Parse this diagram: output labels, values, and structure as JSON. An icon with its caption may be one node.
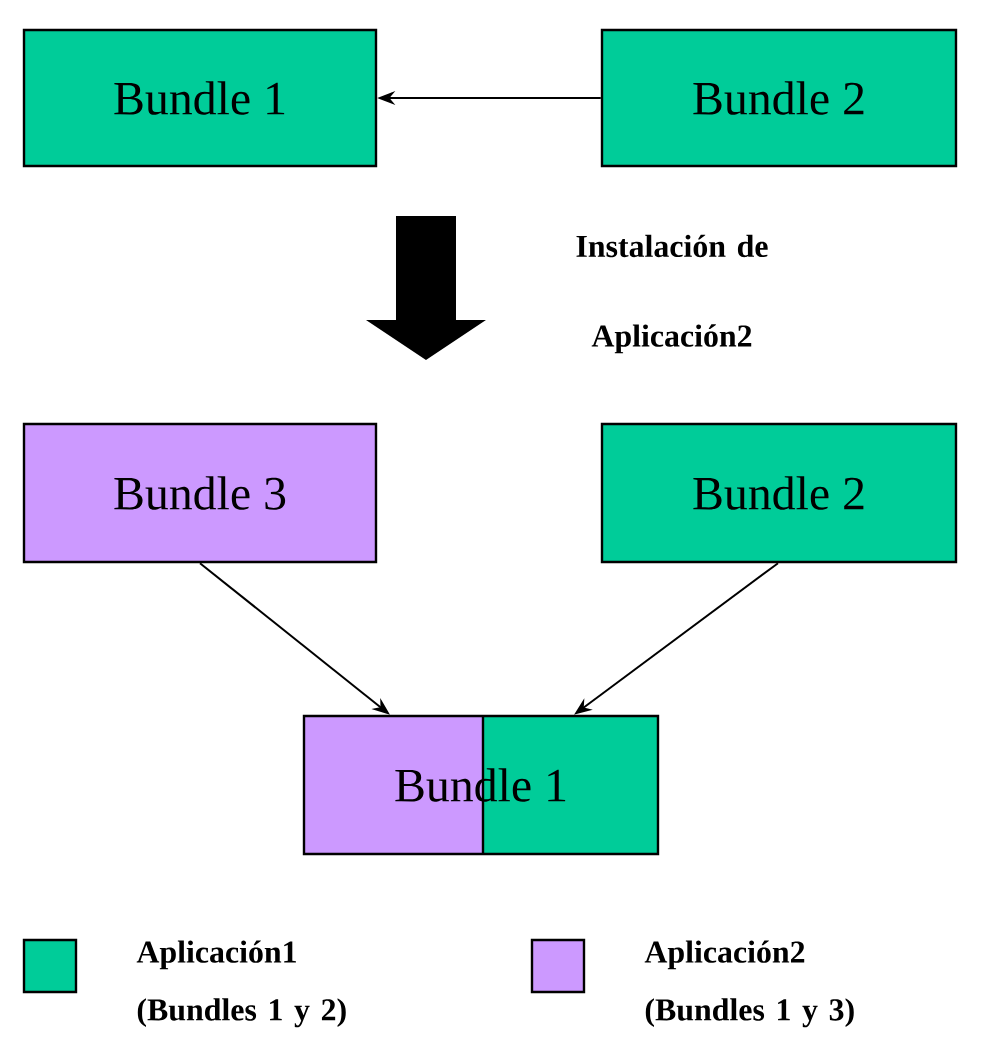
{
  "diagram": {
    "nodes": [
      {
        "text": [
          "Bundle 1"
        ]
      },
      {
        "text": [
          "Bundle 2"
        ]
      },
      {
        "text": [
          "Bundle 3"
        ]
      },
      {
        "text": [
          "Bundle 2"
        ]
      },
      {
        "text": [
          "Bundle 1"
        ]
      }
    ],
    "edges": [
      {
        "from": 1,
        "to": 0,
        "arrow": "to"
      },
      {
        "from": 2,
        "to": 4,
        "arrow": "to"
      },
      {
        "from": 3,
        "to": 4,
        "arrow": "to"
      }
    ],
    "labels": [
      "Instalación de Aplicación2"
    ],
    "legend": [
      {
        "text": "Aplicación1 (Bundles 1 y 2)",
        "color": "#00cc99"
      },
      {
        "text": "Aplicación2 (Bundles 1 y 3)",
        "color": "#cc99ff"
      }
    ]
  }
}
